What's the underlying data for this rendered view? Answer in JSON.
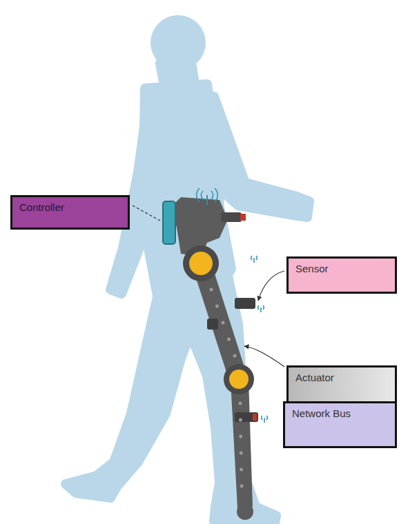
{
  "diagram": {
    "nodes": [
      {
        "text": [
          "Controller"
        ]
      },
      {
        "text": [
          "Sensor"
        ]
      },
      {
        "text": [
          "Actuator"
        ]
      },
      {
        "text": [
          "Network Bus"
        ]
      }
    ]
  }
}
